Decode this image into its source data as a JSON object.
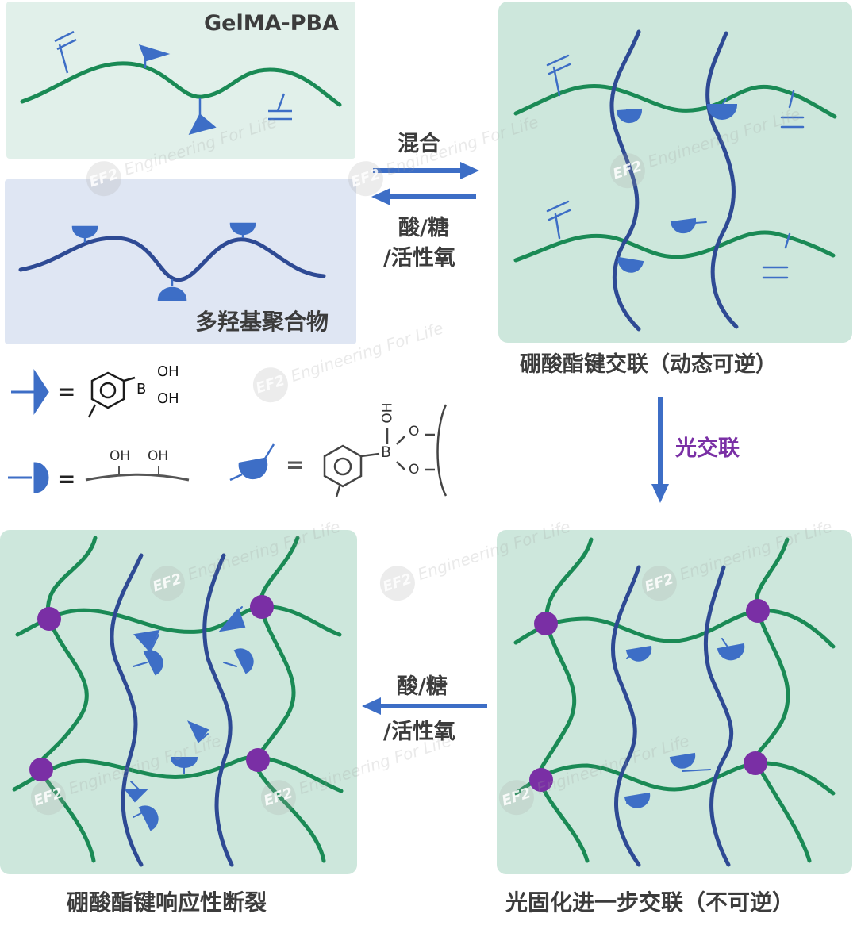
{
  "labels": {
    "gelma_pba": "GelMA-PBA",
    "polyhydroxy_polymer": "多羟基聚合物",
    "mix": "混合",
    "acid_sugar": "酸/糖",
    "active_oxygen": "/活性氧",
    "boronate_crosslink": "硼酸酯键交联（动态可逆）",
    "photo_crosslink": "光交联",
    "acid_sugar_bottom": "酸/糖",
    "active_oxygen_bottom": "/活性氧",
    "responsive_cleavage": "硼酸酯键响应性断裂",
    "photo_further_crosslink": "光固化进一步交联（不可逆）"
  },
  "legend": {
    "equals_1": "=",
    "equals_2": "=",
    "equals_3": "=",
    "oh_1": "OH",
    "oh_2": "OH",
    "b_label": "B",
    "polyol_oh_1": "OH",
    "polyol_oh_2": "OH",
    "ester_oh": "OH",
    "ester_b": "B",
    "ester_o_1": "O",
    "ester_o_2": "O"
  },
  "watermark": {
    "text": "Engineering For Life",
    "badge": "EF2"
  },
  "colors": {
    "green_chain": "#1a8a55",
    "navy_chain": "#2e4a94",
    "blue_group": "#3d6ec6",
    "purple_node": "#7a2fa5",
    "panel_green": "#cde7dc",
    "panel_blue": "#dfe6f3",
    "arrow": "#3d6ec6"
  }
}
